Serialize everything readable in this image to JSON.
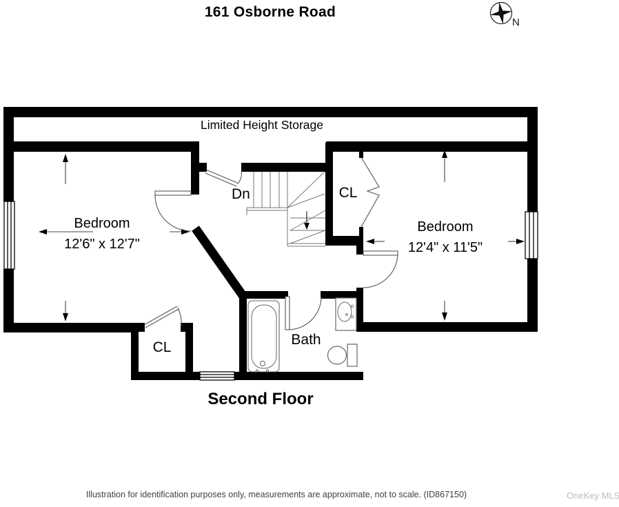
{
  "title": "161 Osborne Road",
  "compass": {
    "north_label": "N"
  },
  "plan": {
    "storage_label": "Limited Height Storage",
    "stairs_label": "Dn",
    "bath": {
      "label": "Bath"
    },
    "closet_left": {
      "label": "CL"
    },
    "closet_right": {
      "label": "CL"
    },
    "bedroom_left": {
      "name": "Bedroom",
      "dimensions": "12'6\" x 12'7\""
    },
    "bedroom_right": {
      "name": "Bedroom",
      "dimensions": "12'4\" x 11'5\""
    }
  },
  "floor_label": "Second Floor",
  "footer": {
    "disclaimer": "Illustration for identification purposes only, measurements are approximate, not to scale. (ID867150)",
    "watermark": "OneKey MLS"
  },
  "colors": {
    "walls": "#000000",
    "background": "#ffffff",
    "watermark_gray": "#b7bcc4"
  }
}
